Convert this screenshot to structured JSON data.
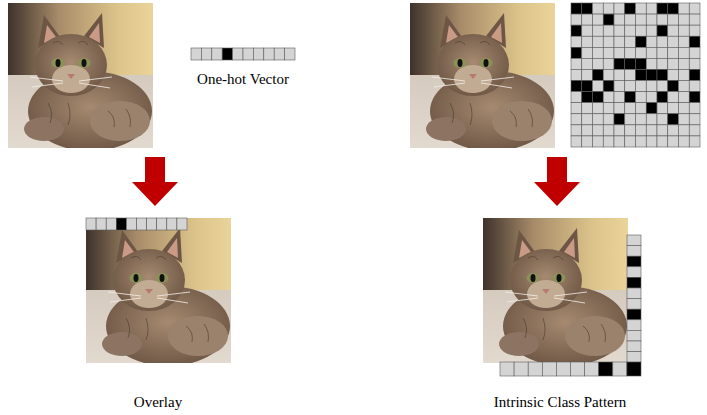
{
  "diagram": {
    "labels": [
      "One-hot Vector",
      "Overlay",
      "Intrinsic Class Pattern"
    ]
  }
}
